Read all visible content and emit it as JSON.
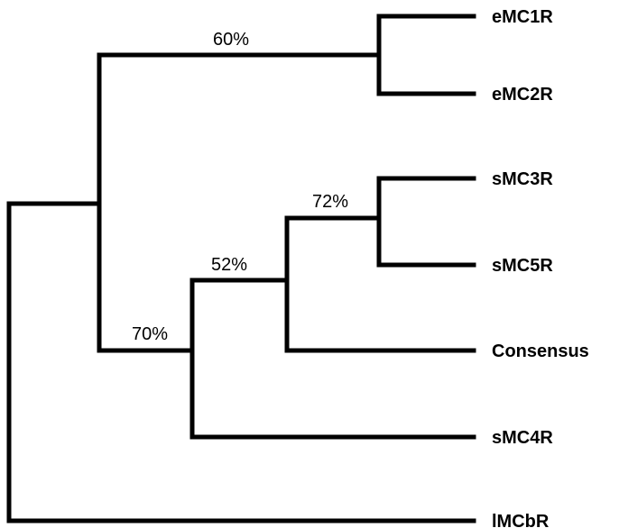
{
  "tree": {
    "leaves": {
      "emc1r": "eMC1R",
      "emc2r": "eMC2R",
      "smc3r": "sMC3R",
      "smc5r": "sMC5R",
      "consensus": "Consensus",
      "smc4r": "sMC4R",
      "lmcbr": "lMCbR"
    },
    "support": {
      "emc_clade": "60%",
      "smc3_smc5_clade": "72%",
      "smc3_smc5_consensus_clade": "52%",
      "smc_clade": "70%"
    },
    "line_color": "#000000"
  }
}
